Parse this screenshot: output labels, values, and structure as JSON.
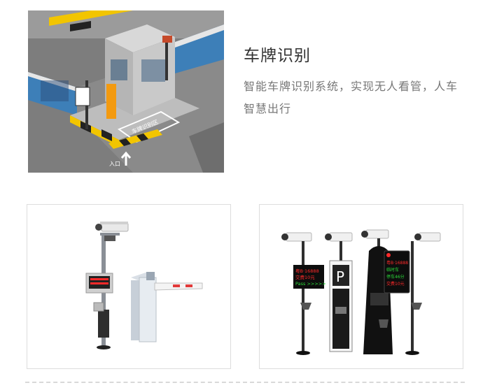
{
  "feature": {
    "title": "车牌识别",
    "description": "智能车牌识别系统，实现无人看管，人车智慧出行"
  },
  "scene": {
    "zone_label": "车牌识别区",
    "entrance_label": "入口"
  },
  "products_right": {
    "display_a_line1": "粤B·16888",
    "display_a_line2": "交费10元",
    "display_a_line3": "Pass >>>>>",
    "column_letter": "P",
    "display_b_line1": "粤B·16888",
    "display_b_line2": "临时车",
    "display_b_line3": "停车46分",
    "display_b_line4": "交费10元"
  },
  "colors": {
    "accent_yellow": "#f2c500",
    "barrier_orange": "#f39a10",
    "led_red": "#ff2a2a",
    "led_green": "#2bdc3a"
  }
}
